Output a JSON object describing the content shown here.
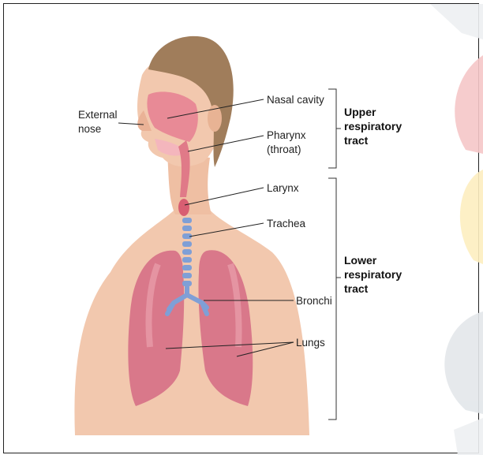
{
  "labels": {
    "external_nose_line1": "External",
    "external_nose_line2": "nose",
    "nasal_cavity": "Nasal cavity",
    "pharynx_line1": "Pharynx",
    "pharynx_line2": "(throat)",
    "larynx": "Larynx",
    "trachea": "Trachea",
    "bronchi": "Bronchi",
    "lungs": "Lungs"
  },
  "groups": {
    "upper": [
      "Upper",
      "respiratory",
      "tract"
    ],
    "lower": [
      "Lower",
      "respiratory",
      "tract"
    ]
  },
  "colors": {
    "skin": "#f2c8ae",
    "hair": "#9a7a5a",
    "airway": "#e88a96",
    "lung": "#d9788a",
    "bronchi": "#7f9fd6",
    "watermark_red": "#f4b9bb",
    "watermark_yellow": "#fce7a8",
    "watermark_gray": "#dbe0e4"
  }
}
